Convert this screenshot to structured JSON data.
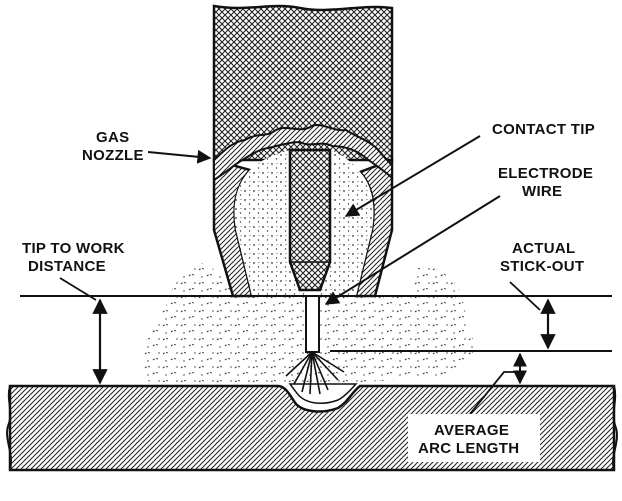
{
  "labels": {
    "gas_nozzle": [
      "GAS",
      "NOZZLE"
    ],
    "contact_tip": "CONTACT TIP",
    "electrode_wire": [
      "ELECTRODE",
      "WIRE"
    ],
    "tip_to_work": [
      "TIP TO WORK",
      "DISTANCE"
    ],
    "actual_stickout": [
      "ACTUAL",
      "STICK-OUT"
    ],
    "average_arc": [
      "AVERAGE",
      "ARC LENGTH"
    ]
  },
  "colors": {
    "ink": "#111111",
    "paper": "#ffffff"
  }
}
